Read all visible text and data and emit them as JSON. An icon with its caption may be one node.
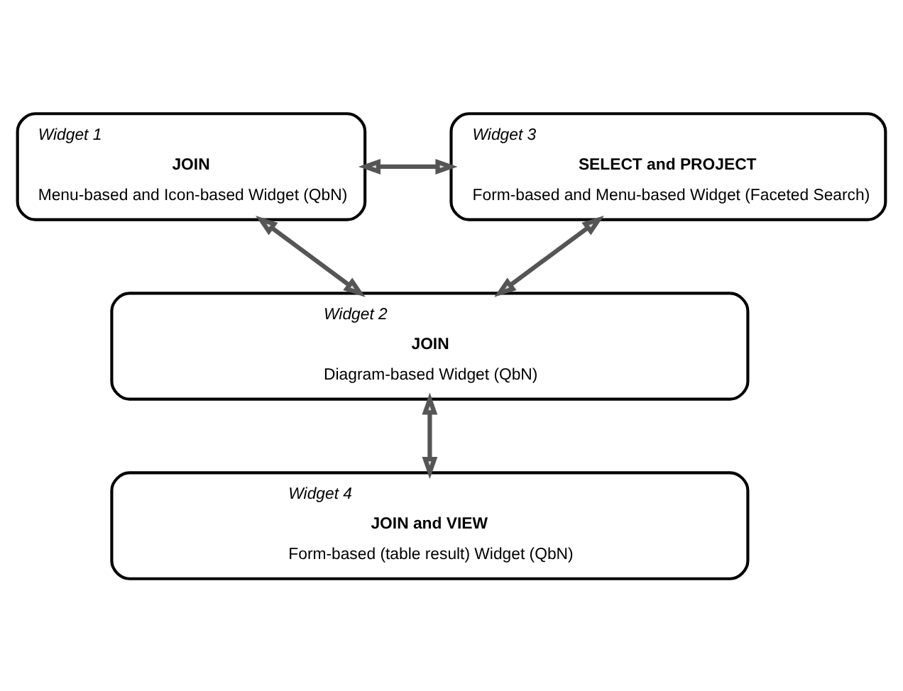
{
  "diagram": {
    "nodes": [
      {
        "text": [
          "Widget 1",
          "JOIN",
          "Menu-based and Icon-based Widget (QbN)"
        ]
      },
      {
        "text": [
          "Widget 3",
          "SELECT and PROJECT",
          "Form-based and Menu-based Widget (Faceted Search)"
        ]
      },
      {
        "text": [
          "Widget 2",
          "JOIN",
          "Diagram-based Widget (QbN)"
        ]
      },
      {
        "text": [
          "Widget 4",
          "JOIN and VIEW",
          "Form-based (table result) Widget (QbN)"
        ]
      }
    ],
    "edges": [
      {
        "from": 0,
        "to": 1,
        "arrow": "both"
      },
      {
        "from": 0,
        "to": 2,
        "arrow": "both"
      },
      {
        "from": 1,
        "to": 2,
        "arrow": "both"
      },
      {
        "from": 2,
        "to": 3,
        "arrow": "both"
      }
    ]
  }
}
